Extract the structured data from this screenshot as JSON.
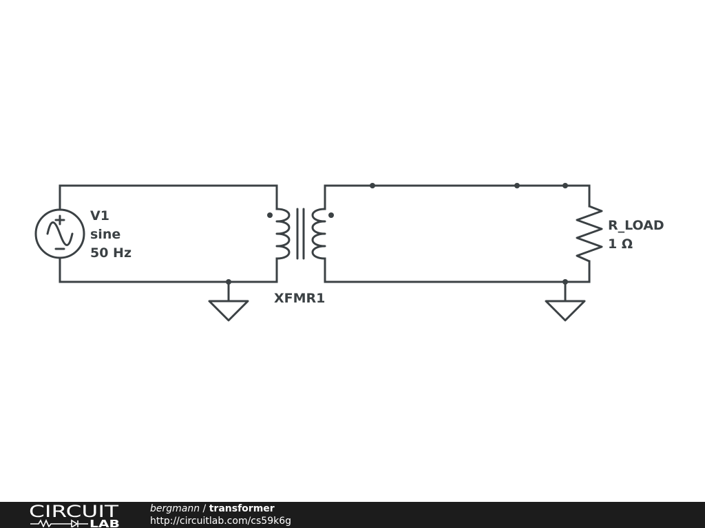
{
  "source": {
    "name": "V1",
    "type": "sine",
    "frequency": "50 Hz"
  },
  "transformer": {
    "name": "XFMR1"
  },
  "load": {
    "name": "R_LOAD",
    "value": "1 Ω"
  },
  "footer": {
    "logo_top": "CIRCUIT",
    "logo_bottom": "LAB",
    "user": "bergmann",
    "separator": " / ",
    "title": "transformer",
    "url": "http://circuitlab.com/cs59k6g"
  },
  "colors": {
    "stroke": "#3b4144",
    "footer_bg": "#1c1c1c",
    "footer_text": "#ffffff"
  }
}
